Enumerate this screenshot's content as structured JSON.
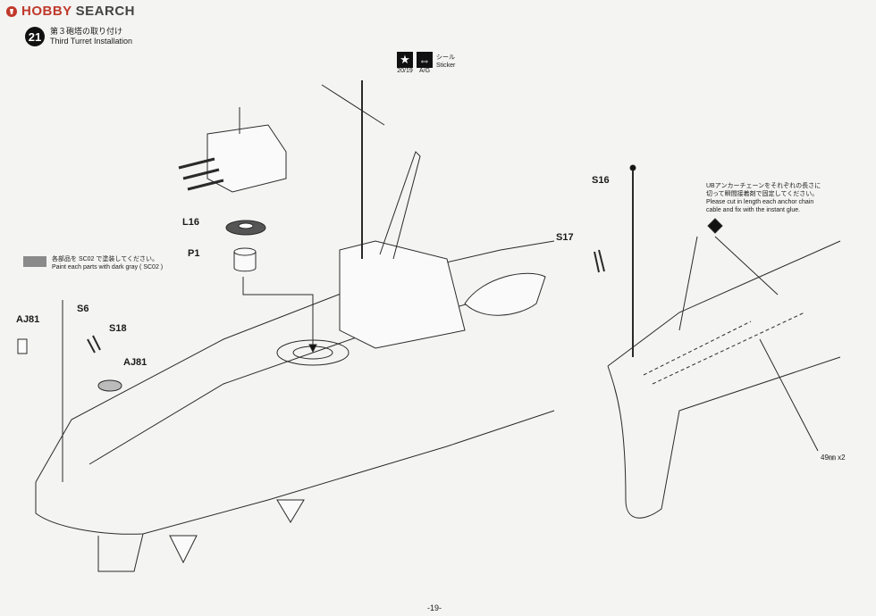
{
  "watermark": {
    "brand_a": "HOBBY",
    "brand_b": "SEARCH"
  },
  "step": {
    "number": "21",
    "title_jp": "第３砲塔の取り付け",
    "title_en": "Third Turret Installation"
  },
  "sticker": {
    "jp": "シール",
    "en": "Sticker",
    "ref": "20/19",
    "options": "A/G"
  },
  "parts": {
    "L16": "L16",
    "P1": "P1",
    "AJ81_a": "AJ81",
    "AJ81_b": "AJ81",
    "S6": "S6",
    "S18": "S18",
    "S16": "S16",
    "S17": "S17"
  },
  "paint_note": {
    "jp": "各部品を SC02 で塗装してください。",
    "en": "Paint each parts with dark gray ( SC02 )",
    "code": "SC02"
  },
  "chain_note": {
    "jp1": "UBアンカーチェーンをそれぞれの長さに",
    "jp2": "切って瞬間接着剤で固定してください。",
    "en1": "Please cut in length each anchor chain",
    "en2": "cable and fix with the instant glue.",
    "length": "49㎜ x2"
  },
  "page_number": "-19-"
}
